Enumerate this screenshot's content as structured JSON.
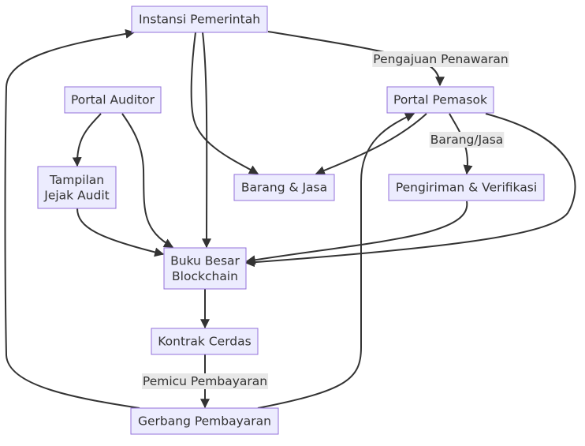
{
  "colors": {
    "node_fill": "#ececfe",
    "node_border": "#9370db",
    "edge": "#333333",
    "label_bg": "#e8e8e8",
    "text": "#333333"
  },
  "nodes": {
    "instansi": {
      "lines": [
        "Instansi Pemerintah"
      ]
    },
    "auditor": {
      "lines": [
        "Portal Auditor"
      ]
    },
    "pemasok": {
      "lines": [
        "Portal Pemasok"
      ]
    },
    "jejak": {
      "lines": [
        "Tampilan",
        "Jejak Audit"
      ]
    },
    "barang": {
      "lines": [
        "Barang & Jasa"
      ]
    },
    "kirim": {
      "lines": [
        "Pengiriman & Verifikasi"
      ]
    },
    "buku": {
      "lines": [
        "Buku Besar",
        "Blockchain"
      ]
    },
    "kontrak": {
      "lines": [
        "Kontrak Cerdas"
      ]
    },
    "gerbang": {
      "lines": [
        "Gerbang Pembayaran"
      ]
    }
  },
  "edges": [
    {
      "from": "instansi",
      "to": "pemasok",
      "label": "Pengajuan Penawaran"
    },
    {
      "from": "instansi",
      "to": "barang"
    },
    {
      "from": "instansi",
      "to": "buku"
    },
    {
      "from": "auditor",
      "to": "jejak"
    },
    {
      "from": "auditor",
      "to": "buku"
    },
    {
      "from": "jejak",
      "to": "buku"
    },
    {
      "from": "pemasok",
      "to": "barang"
    },
    {
      "from": "pemasok",
      "to": "kirim",
      "label": "Barang/Jasa"
    },
    {
      "from": "pemasok",
      "to": "buku"
    },
    {
      "from": "kirim",
      "to": "buku"
    },
    {
      "from": "buku",
      "to": "kontrak"
    },
    {
      "from": "kontrak",
      "to": "gerbang",
      "label": "Pemicu Pembayaran"
    },
    {
      "from": "gerbang",
      "to": "instansi"
    },
    {
      "from": "gerbang",
      "to": "pemasok"
    }
  ]
}
